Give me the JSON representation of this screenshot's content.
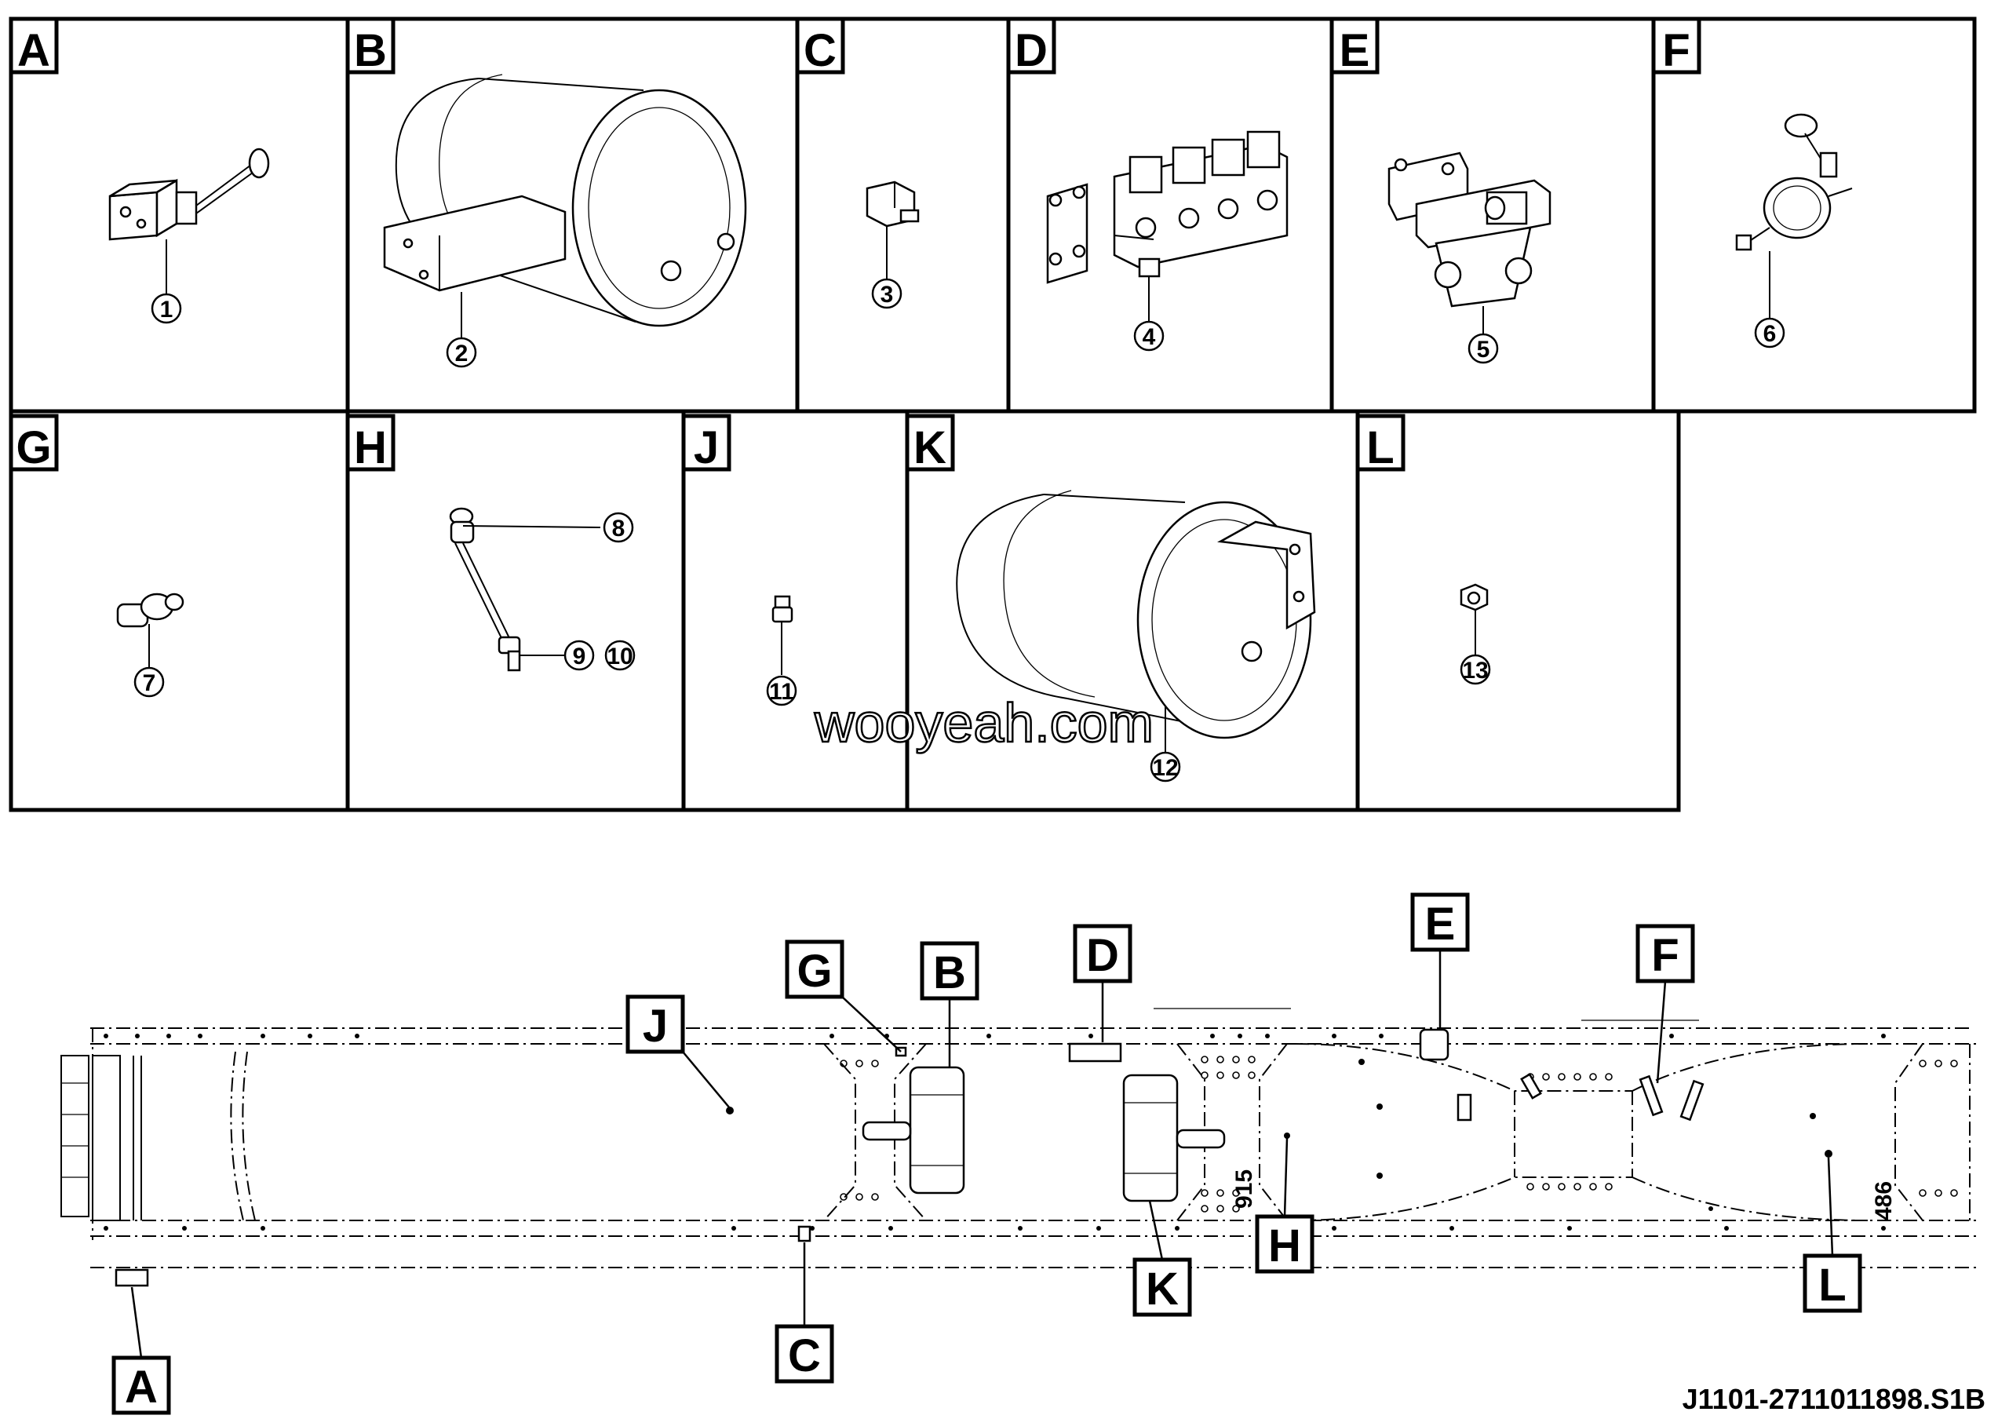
{
  "panels": [
    {
      "letter": "A",
      "part": "1"
    },
    {
      "letter": "B",
      "part": "2"
    },
    {
      "letter": "C",
      "part": "3"
    },
    {
      "letter": "D",
      "part": "4"
    },
    {
      "letter": "E",
      "part": "5"
    },
    {
      "letter": "F",
      "part": "6"
    },
    {
      "letter": "G",
      "part": "7"
    },
    {
      "letter": "H",
      "parts": [
        "8",
        "9",
        "10"
      ]
    },
    {
      "letter": "J",
      "part": "11"
    },
    {
      "letter": "K",
      "part": "12"
    },
    {
      "letter": "L",
      "part": "13"
    }
  ],
  "chassis_callouts": [
    "J",
    "G",
    "B",
    "D",
    "E",
    "F",
    "A",
    "C",
    "K",
    "H",
    "L"
  ],
  "dimension_labels": [
    "915",
    "486"
  ],
  "watermark": "wooyeah.com",
  "drawing_number": "J1101-2711011898.S1B"
}
